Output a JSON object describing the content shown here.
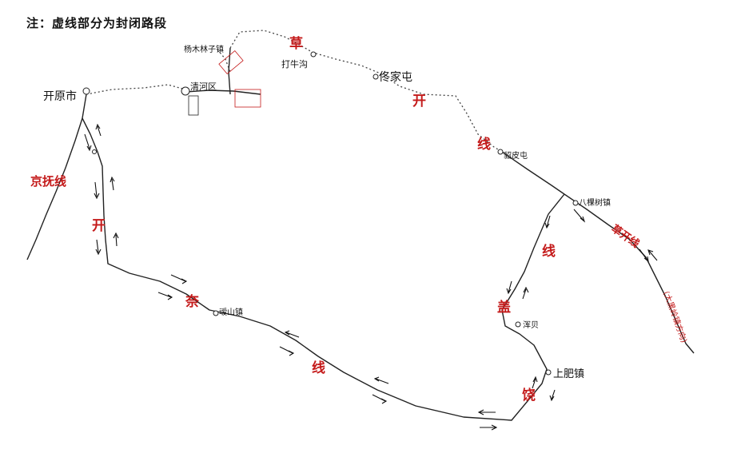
{
  "note": "注：虚线部分为封闭路段",
  "colors": {
    "route": "#c41a1a",
    "road": "#222222",
    "background": "#ffffff"
  },
  "places": {
    "kaiyuan": "开原市",
    "qingjiang": "清河区",
    "yangmubiao": "杨木林子镇",
    "daniugou": "打牛沟",
    "tongjiatun": "佟家屯",
    "hepi": "貂皮屯",
    "babao": "八棵树镇",
    "ganshan": "叆山镇",
    "hunbei": "浑贝",
    "shangfei": "上肥镇"
  },
  "routes": {
    "jingfu": "京抚线",
    "caokai": "草开线",
    "kainai_chars": [
      "开",
      "奈",
      "线"
    ],
    "caokai_chars": [
      "草",
      "开",
      "线"
    ],
    "gairao_chars": [
      "线",
      "盖",
      "饶"
    ],
    "direction_label": "(大黑岭镇方向)"
  }
}
